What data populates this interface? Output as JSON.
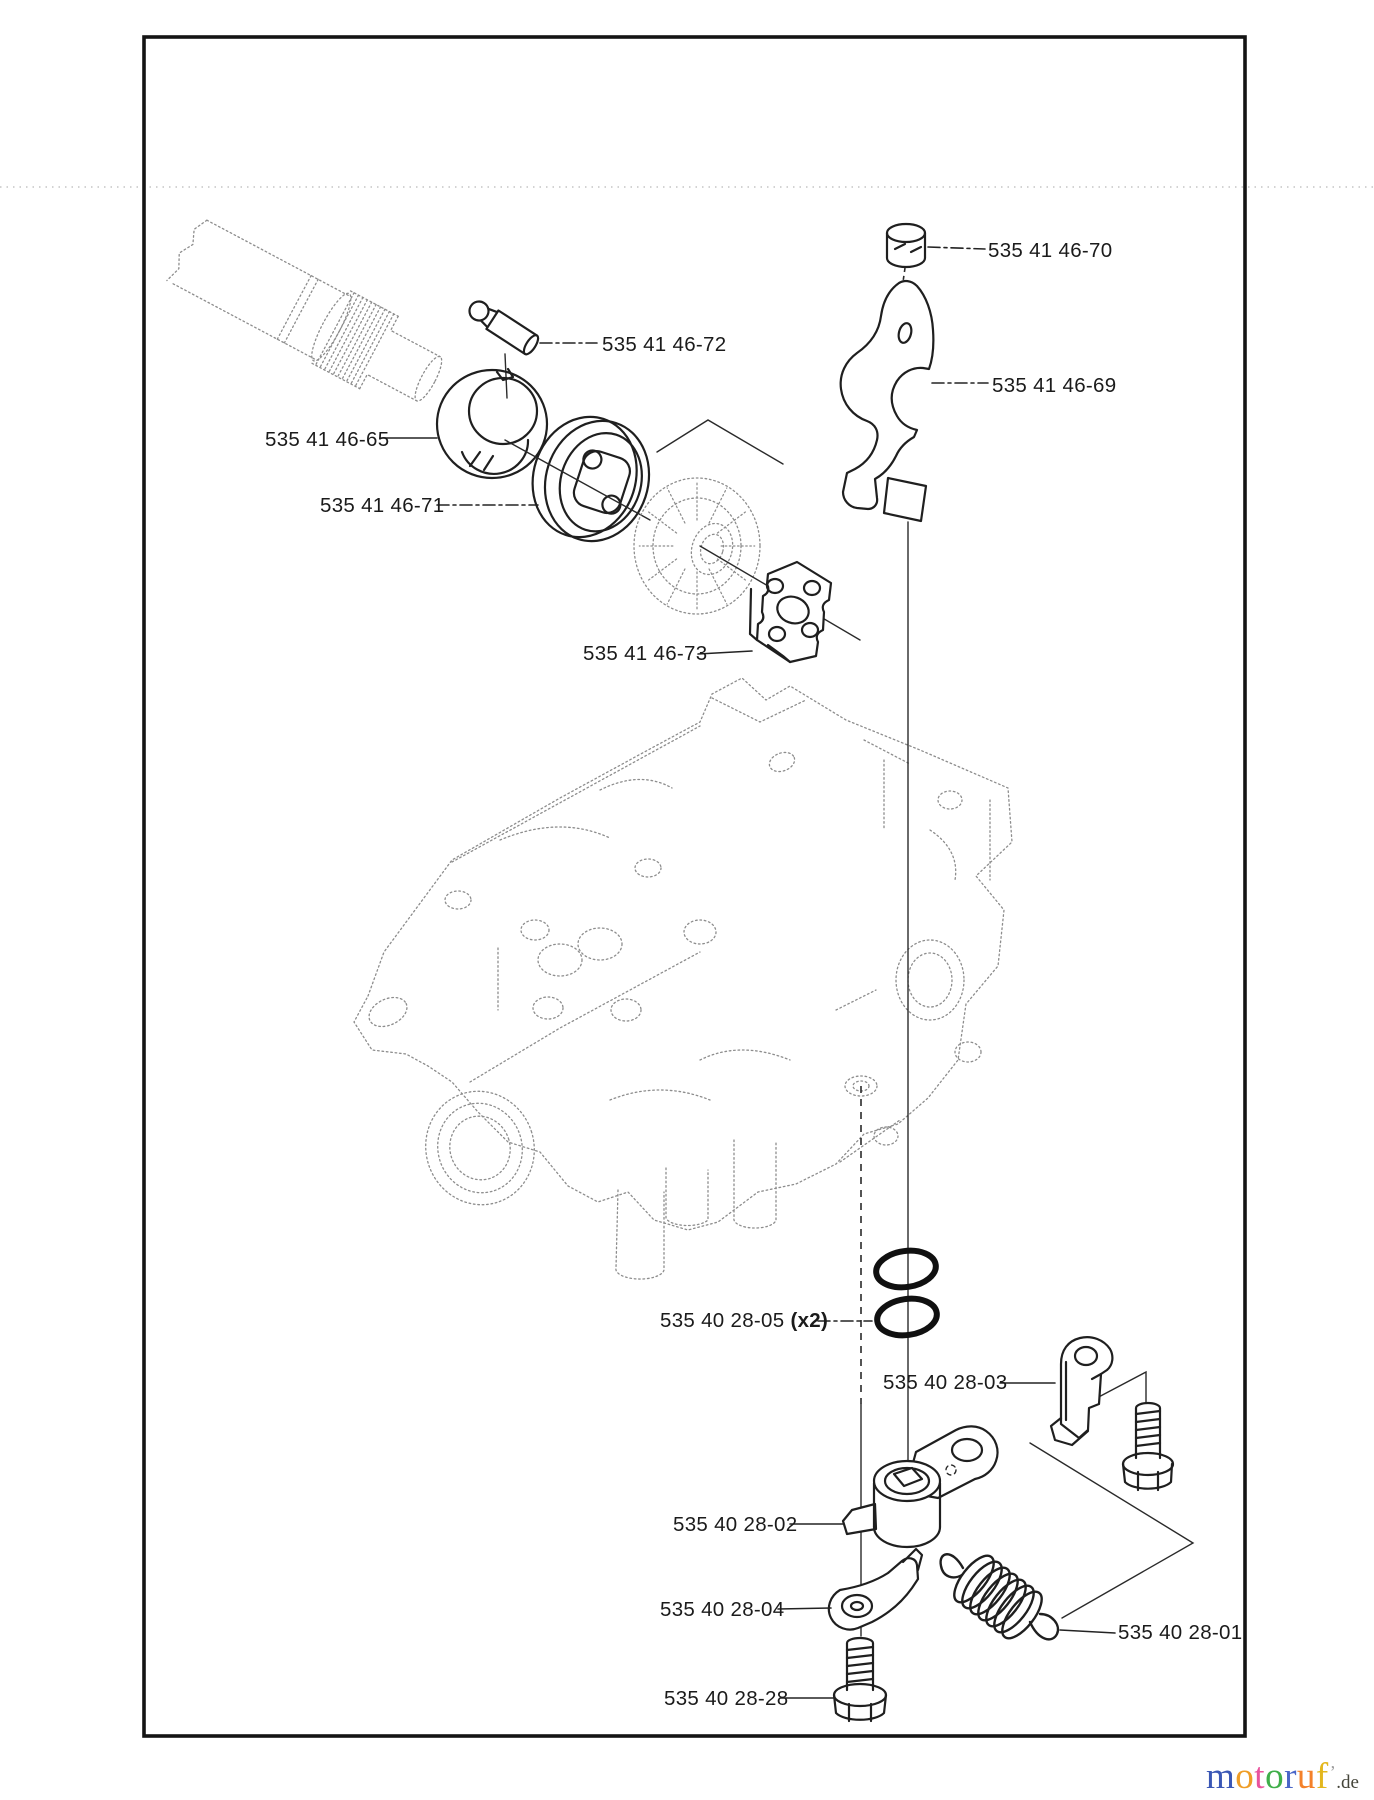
{
  "callouts": {
    "cap": {
      "part_no": "535 41 46-70"
    },
    "pin": {
      "part_no": "535 41 46-72"
    },
    "fork": {
      "part_no": "535 41 46-69"
    },
    "bushing": {
      "part_no": "535 41 46-65"
    },
    "pulley": {
      "part_no": "535 41 46-71"
    },
    "plate": {
      "part_no": "535 41 46-73"
    },
    "orings": {
      "part_no": "535 40 28-05",
      "qty": "(x2)"
    },
    "bracket": {
      "part_no": "535 40 28-03"
    },
    "lever": {
      "part_no": "535 40 28-02"
    },
    "washer": {
      "part_no": "535 40 28-04"
    },
    "spring": {
      "part_no": "535 40 28-01"
    },
    "screw": {
      "part_no": "535 40 28-28"
    }
  },
  "branding": {
    "letters": [
      {
        "ch": "m",
        "color": "#3a57b5"
      },
      {
        "ch": "o",
        "color": "#ef9d26"
      },
      {
        "ch": "t",
        "color": "#e8539d"
      },
      {
        "ch": "o",
        "color": "#3fae49"
      },
      {
        "ch": "r",
        "color": "#4a66c8"
      },
      {
        "ch": "u",
        "color": "#f4812a"
      },
      {
        "ch": "f",
        "color": "#e3b71e"
      }
    ],
    "apostrophe": {
      "ch": "’",
      "color": "#9b9b9b"
    },
    "suffix": {
      "text": ".de",
      "color": "#45453a"
    }
  }
}
